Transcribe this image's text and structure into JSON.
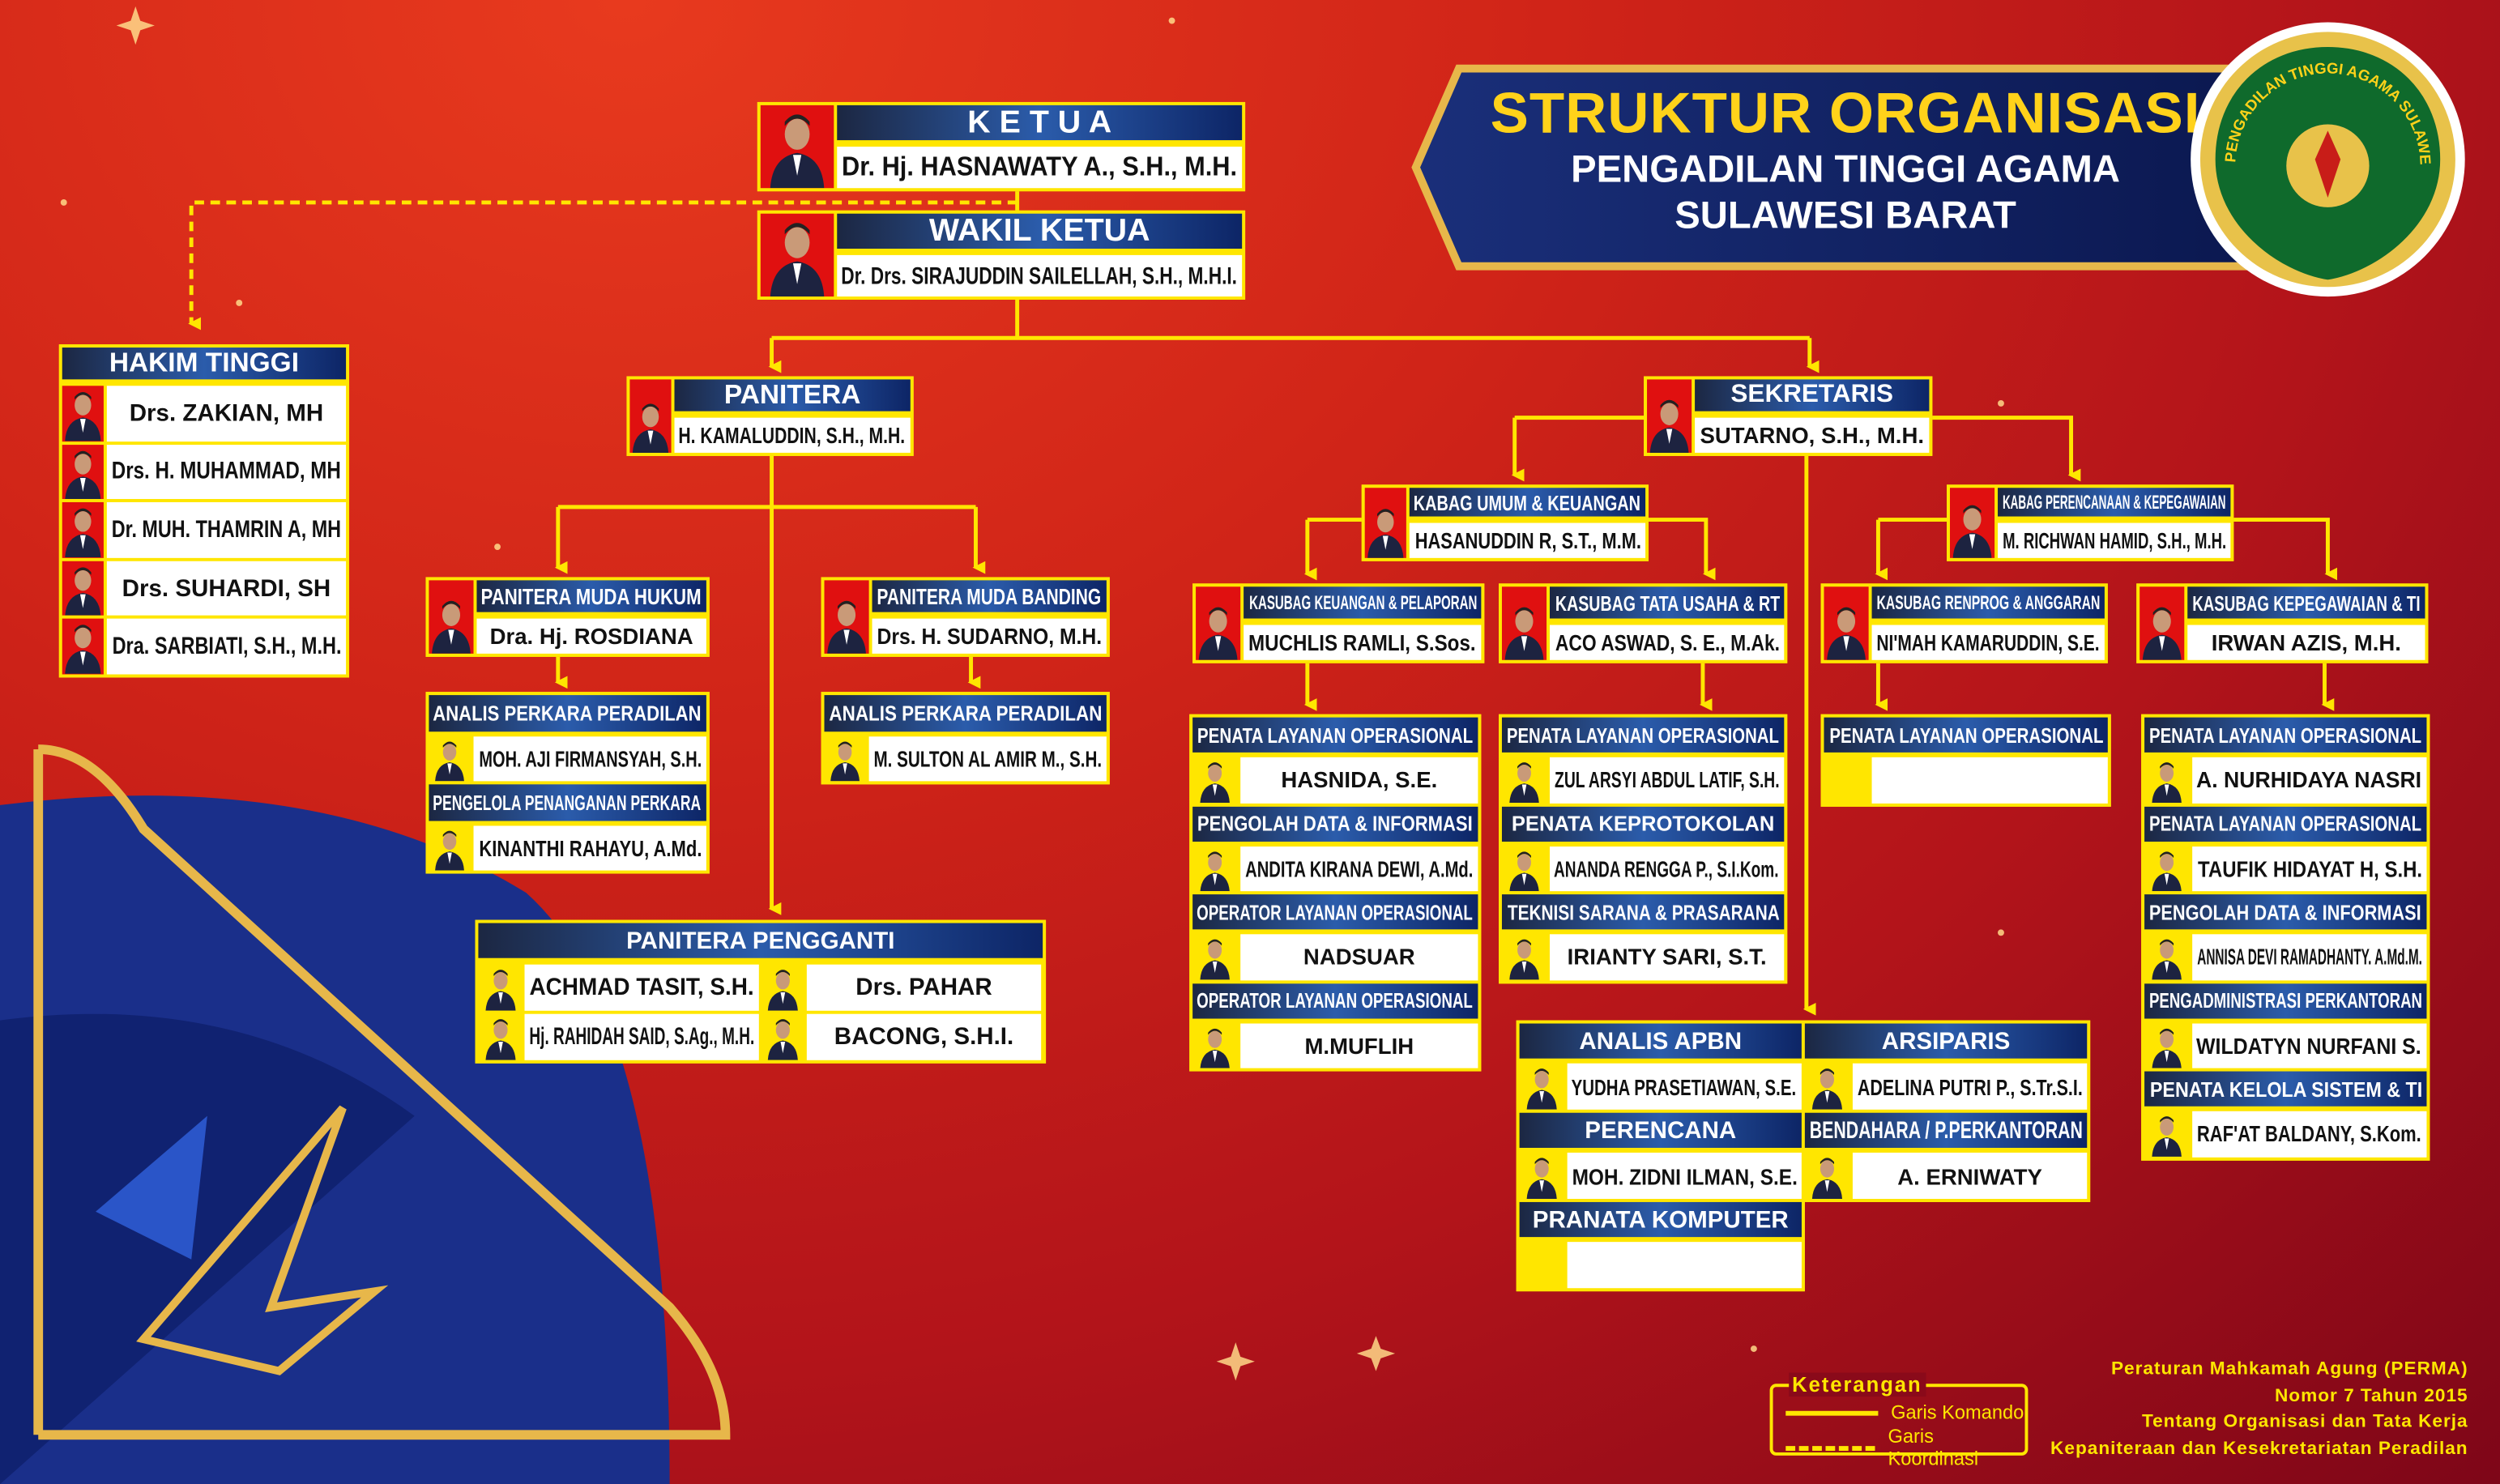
{
  "header": {
    "title": "STRUKTUR ORGANISASI",
    "subtitle_1": "PENGADILAN TINGGI AGAMA",
    "subtitle_2": "SULAWESI BARAT",
    "logo_text": "PENGADILAN TINGGI AGAMA SULAWESI BARAT"
  },
  "colors": {
    "header_blue": "#2b5cab",
    "border_yellow": "#ffe600",
    "title_gold": "#ffd21a",
    "background_red": "#c81d18"
  },
  "boxes": {
    "ketua": {
      "title": "K E T U A",
      "name": "Dr. Hj. HASNAWATY A., S.H., M.H."
    },
    "wakil": {
      "title": "WAKIL KETUA",
      "name": "Dr. Drs. SIRAJUDDIN SAILELLAH, S.H., M.H.I."
    },
    "hakim": {
      "title": "HAKIM TINGGI",
      "names": [
        "Drs. ZAKIAN, MH",
        "Drs. H. MUHAMMAD, MH",
        "Dr. MUH. THAMRIN A, MH",
        "Drs. SUHARDI, SH",
        "Dra. SARBIATI, S.H., M.H."
      ]
    },
    "panitera": {
      "title": "PANITERA",
      "name": "H. KAMALUDDIN, S.H., M.H."
    },
    "pm_hukum": {
      "title": "PANITERA MUDA HUKUM",
      "name": "Dra. Hj. ROSDIANA"
    },
    "pm_banding": {
      "title": "PANITERA MUDA BANDING",
      "name": "Drs. H. SUDARNO, M.H."
    },
    "staf_hukum": {
      "sections": [
        {
          "title": "ANALIS PERKARA PERADILAN",
          "name": "MOH. AJI FIRMANSYAH, S.H."
        },
        {
          "title": "PENGELOLA PENANGANAN PERKARA",
          "name": "KINANTHI RAHAYU, A.Md."
        }
      ]
    },
    "staf_banding": {
      "sections": [
        {
          "title": "ANALIS PERKARA PERADILAN",
          "name": "M. SULTON AL AMIR M., S.H."
        }
      ]
    },
    "pengganti": {
      "title": "PANITERA PENGGANTI",
      "names": [
        "ACHMAD TASIT, S.H.",
        "Drs. PAHAR",
        "Hj. RAHIDAH SAID, S.Ag., M.H.",
        "BACONG, S.H.I."
      ]
    },
    "sekretaris": {
      "title": "SEKRETARIS",
      "name": "SUTARNO, S.H., M.H."
    },
    "kabag_umum": {
      "title": "KABAG UMUM & KEUANGAN",
      "name": "HASANUDDIN R, S.T., M.M."
    },
    "kabag_perencanaan": {
      "title": "KABAG PERENCANAAN & KEPEGAWAIAN",
      "name": "M. RICHWAN HAMID, S.H., M.H."
    },
    "kasubag_keuangan": {
      "title": "KASUBAG KEUANGAN & PELAPORAN",
      "name": "MUCHLIS RAMLI, S.Sos."
    },
    "kasubag_tu": {
      "title": "KASUBAG TATA USAHA & RT",
      "name": "ACO ASWAD, S. E., M.Ak."
    },
    "kasubag_renprog": {
      "title": "KASUBAG RENPROG & ANGGARAN",
      "name": "NI'MAH KAMARUDDIN, S.E."
    },
    "kasubag_kepegawaian": {
      "title": "KASUBAG KEPEGAWAIAN & TI",
      "name": "IRWAN AZIS, M.H."
    },
    "staf_keuangan": {
      "sections": [
        {
          "title": "PENATA LAYANAN OPERASIONAL",
          "name": "HASNIDA, S.E."
        },
        {
          "title": "PENGOLAH DATA & INFORMASI",
          "name": "ANDITA KIRANA DEWI, A.Md."
        },
        {
          "title": "OPERATOR LAYANAN OPERASIONAL",
          "name": "NADSUAR"
        },
        {
          "title": "OPERATOR LAYANAN OPERASIONAL",
          "name": "M.MUFLIH"
        }
      ]
    },
    "staf_tu": {
      "sections": [
        {
          "title": "PENATA LAYANAN OPERASIONAL",
          "name": "ZUL ARSYI ABDUL LATIF, S.H."
        },
        {
          "title": "PENATA KEPROTOKOLAN",
          "name": "ANANDA RENGGA P., S.I.Kom."
        },
        {
          "title": "TEKNISI SARANA & PRASARANA",
          "name": "IRIANTY SARI, S.T."
        }
      ]
    },
    "staf_renprog": {
      "sections": [
        {
          "title": "PENATA LAYANAN OPERASIONAL",
          "name": ""
        }
      ]
    },
    "staf_kepegawaian": {
      "sections": [
        {
          "title": "PENATA LAYANAN OPERASIONAL",
          "name": "A. NURHIDAYA NASRI"
        },
        {
          "title": "PENATA LAYANAN OPERASIONAL",
          "name": "TAUFIK HIDAYAT H, S.H."
        },
        {
          "title": "PENGOLAH DATA & INFORMASI",
          "name": "ANNISA DEVI RAMADHANTY. A.Md.M."
        },
        {
          "title": "PENGADMINISTRASI PERKANTORAN",
          "name": "WILDATYN  NURFANI S."
        },
        {
          "title": "PENATA KELOLA SISTEM & TI",
          "name": "RAF'AT BALDANY, S.Kom."
        }
      ]
    },
    "staf_sekretaris_kiri": {
      "sections": [
        {
          "title": "ANALIS APBN",
          "name": "YUDHA PRASETIAWAN, S.E."
        },
        {
          "title": "PERENCANA",
          "name": "MOH. ZIDNI ILMAN, S.E."
        },
        {
          "title": "PRANATA KOMPUTER",
          "name": ""
        }
      ]
    },
    "staf_sekretaris_kanan": {
      "sections": [
        {
          "title": "ARSIPARIS",
          "name": "ADELINA PUTRI P., S.Tr.S.I."
        },
        {
          "title": "BENDAHARA / P.PERKANTORAN",
          "name": "A. ERNIWATY"
        }
      ]
    }
  },
  "legend": {
    "title": "Keterangan",
    "command": "Garis Komando",
    "coordination": "Garis Koordinasi"
  },
  "regulation": [
    "Peraturan Mahkamah Agung (PERMA)",
    "Nomor 7 Tahun 2015",
    "Tentang Organisasi dan Tata Kerja",
    "Kepaniteraan dan Kesekretariatan Peradilan"
  ]
}
